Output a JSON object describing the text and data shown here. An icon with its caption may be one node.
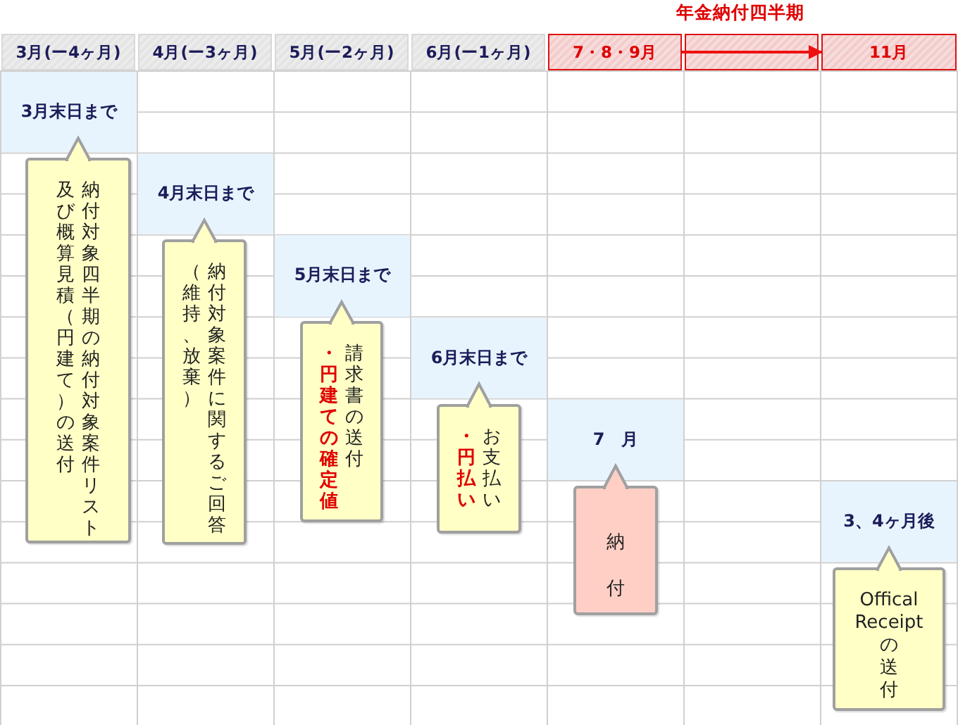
{
  "diagram": {
    "nodes": [
      {
        "text": [
          "3月(ー4ヶ月)"
        ]
      },
      {
        "text": [
          "4月(ー3ヶ月)"
        ]
      },
      {
        "text": [
          "5月(ー2ヶ月)"
        ]
      },
      {
        "text": [
          "6月(ー1ヶ月)"
        ]
      },
      {
        "text": [
          "7・8・9月"
        ]
      },
      {
        "text": [
          "11月"
        ]
      },
      {
        "text": [
          "3月末日まで"
        ]
      },
      {
        "text": [
          "4月末日まで"
        ]
      },
      {
        "text": [
          "5月末日まで"
        ]
      },
      {
        "text": [
          "6月末日まで"
        ]
      },
      {
        "text": [
          "7　月"
        ]
      },
      {
        "text": [
          "3、4ヶ月後"
        ]
      },
      {
        "text": [
          "納付対象四半期の納付対象案件リスト及び概算見積（円建て）の送付"
        ]
      },
      {
        "text": [
          "（維持、放棄）",
          "納付対象案件に関するご回答"
        ]
      },
      {
        "text": [
          "・円建ての確定値",
          "請求書の送付"
        ]
      },
      {
        "text": [
          "・円払い",
          "お支払い"
        ]
      },
      {
        "text": [
          "納付"
        ]
      },
      {
        "text": [
          "Offical Receipt の送付"
        ]
      }
    ],
    "edges": [
      {
        "from": 4,
        "to": 5,
        "arrow": "to",
        "color": "#ee1111"
      },
      {
        "from": 12,
        "to": 6,
        "arrow": "to"
      },
      {
        "from": 13,
        "to": 7,
        "arrow": "to"
      },
      {
        "from": 14,
        "to": 8,
        "arrow": "to"
      },
      {
        "from": 15,
        "to": 9,
        "arrow": "to"
      },
      {
        "from": 16,
        "to": 10,
        "arrow": "to"
      },
      {
        "from": 17,
        "to": 11,
        "arrow": "to"
      }
    ],
    "labels": [
      "年金納付四半期"
    ]
  }
}
